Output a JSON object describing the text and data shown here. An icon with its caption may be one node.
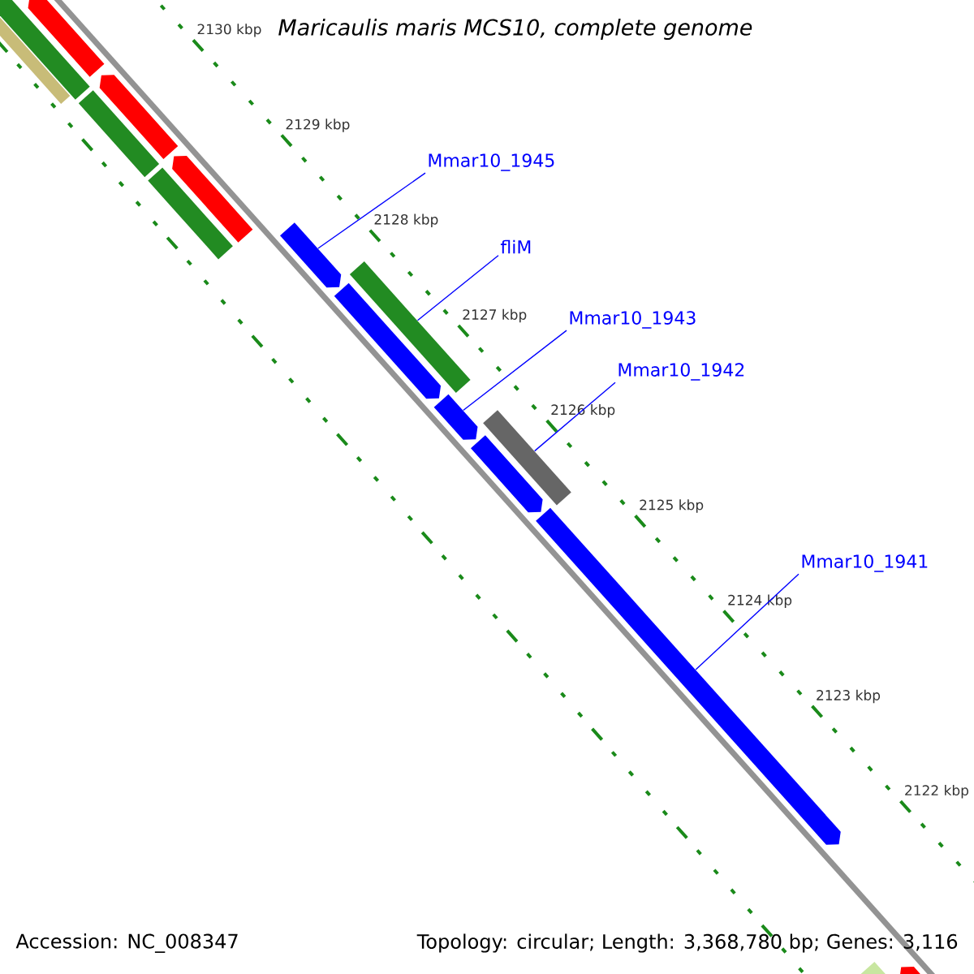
{
  "diagram": {
    "title": "Maricaulis maris MCS10, complete genome",
    "nodes": [
      {
        "text": [
          "Mmar10_1945"
        ]
      },
      {
        "text": [
          "fliM"
        ]
      },
      {
        "text": [
          "Mmar10_1943"
        ]
      },
      {
        "text": [
          "Mmar10_1942"
        ]
      },
      {
        "text": [
          "Mmar10_1941"
        ]
      },
      {
        "text": [],
        "shape": "box"
      },
      {
        "text": [],
        "shape": "box"
      },
      {
        "text": [],
        "shape": "arrow"
      },
      {
        "text": [],
        "shape": "box"
      },
      {
        "text": [],
        "shape": "arrow"
      },
      {
        "text": [],
        "shape": "box"
      },
      {
        "text": [],
        "shape": "arrow"
      },
      {
        "text": [],
        "shape": "arrow"
      },
      {
        "text": [],
        "shape": "box"
      },
      {
        "text": [],
        "shape": "arrow"
      },
      {
        "text": [],
        "shape": "arrow"
      },
      {
        "text": [],
        "shape": "box"
      },
      {
        "text": [],
        "shape": "arrow"
      },
      {
        "text": [],
        "shape": "arrow"
      },
      {
        "text": [],
        "shape": "box"
      },
      {
        "text": [],
        "shape": "arrow"
      }
    ],
    "edges": [
      {
        "from": 0,
        "to": 12,
        "arrow": "none"
      },
      {
        "from": 1,
        "to": 13,
        "arrow": "none"
      },
      {
        "from": 2,
        "to": 15,
        "arrow": "none"
      },
      {
        "from": 3,
        "to": 16,
        "arrow": "none"
      },
      {
        "from": 4,
        "to": 18,
        "arrow": "none"
      }
    ],
    "labels": [
      "2130 kbp",
      "2129 kbp",
      "2128 kbp",
      "2127 kbp",
      "2126 kbp",
      "2125 kbp",
      "2124 kbp",
      "2123 kbp",
      "2122 kbp",
      "Accession: NC_008347",
      "Topology: circular; Length: 3,368,780 bp; Genes: 3,116"
    ]
  }
}
